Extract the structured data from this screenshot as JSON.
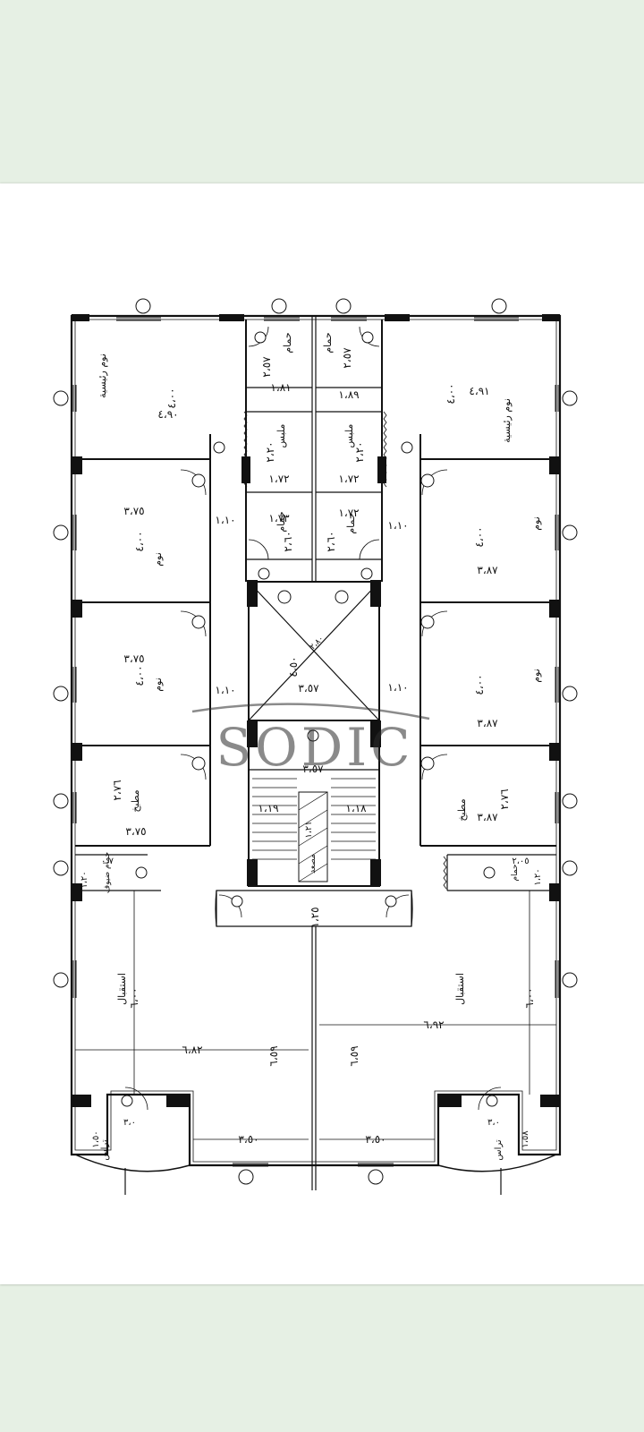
{
  "watermark": {
    "brand": "SODIC",
    "sub": ""
  },
  "rooms": {
    "master_bed_left": "نوم رئيسية",
    "master_bed_right": "نوم رئيسية",
    "bath_top_left": "حمام",
    "bath_top_right": "حمام",
    "dress_left": "ملبس",
    "dress_right": "ملبس",
    "bath_mid_left": "حمام",
    "bath_mid_right": "حمام",
    "bed2_left": "نوم",
    "bed2_right": "نوم",
    "bed3_left": "نوم",
    "bed3_right": "نوم",
    "kitchen_left": "مطبخ",
    "kitchen_right": "مطبخ",
    "guest_bath_left": "حمام ضيوف",
    "guest_bath_right": "حمام",
    "reception_left": "استقبال",
    "reception_right": "استقبال",
    "terrace_left": "تراس",
    "terrace_right": "تراس",
    "elevator": "مصعد"
  },
  "dims": {
    "d_490": "٤،٩٠",
    "d_400": "٤،٠٠",
    "d_491": "٤،٩١",
    "d_257a": "٢،٥٧",
    "d_257b": "٢،٥٧",
    "d_181": "١،٨١",
    "d_189": "١،٨٩",
    "d_220a": "٢،٢٠",
    "d_220b": "٢،٢٠",
    "d_172a": "١،٧٢",
    "d_172b": "١،٧٢",
    "d_173": "١،٧٣",
    "d_172c": "١،٧٢",
    "d_260a": "٢،٦٠",
    "d_260b": "٢،٦٠",
    "d_375a": "٣،٧٥",
    "d_375b": "٣،٧٥",
    "d_375c": "٣،٧٥",
    "d_387a": "٣،٨٧",
    "d_387b": "٣،٨٧",
    "d_387c": "٣،٨٧",
    "d_110a": "١،١٠",
    "d_110b": "١،١٠",
    "d_110c": "١،١٠",
    "d_110d": "١،١٠",
    "d_357a": "٣،٥٧",
    "d_357b": "٣،٥٧",
    "d_450": "٤،٥٠",
    "d_280": "٢،٨٠",
    "d_276a": "٢،٧٦",
    "d_276b": "٢،٧٦",
    "d_119": "١،١٩",
    "d_118": "١،١٨",
    "d_121": "١،٢١",
    "d_125": "١،٢٥",
    "d_120a": "١،٢٠",
    "d_120b": "١،٢٠",
    "d_070": "٠،٧",
    "d_205": "٢،٠٥",
    "d_600a": "٦،٠٠",
    "d_600b": "٦،٠٠",
    "d_682": "٦،٨٢",
    "d_692": "٦،٩٢",
    "d_659a": "٦،٥٩",
    "d_659b": "٦،٥٩",
    "d_350a": "٣،٥٠",
    "d_350b": "٣،٥٠",
    "d_150a": "١،٥٠",
    "d_150b": "١،٥٨",
    "d_300a": "٣،٠",
    "d_300b": "٣،٠"
  }
}
